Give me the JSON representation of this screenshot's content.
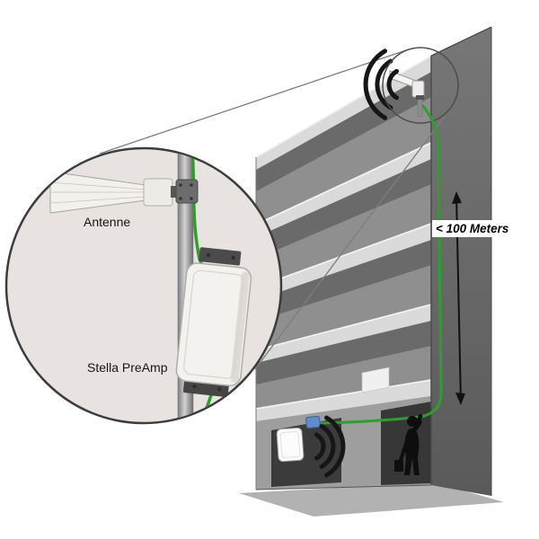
{
  "labels": {
    "antenna": "Antenne",
    "preamp": "Stella PreAmp",
    "distance": "< 100 Meters"
  },
  "colors": {
    "cable_green": "#2f9e2f",
    "callout_fill": "#e8e2e1",
    "signal_black": "#161616",
    "building_front": "#8f8f8f",
    "building_side": "#686868",
    "slab_light": "#dadada",
    "ground_gray": "#b2b2b2"
  },
  "icons": {
    "roof_signal": "wifi-waves-icon",
    "indoor_signal": "wifi-waves-icon",
    "zoom_callout": "magnifier-circle-icon",
    "person": "person-silhouette-icon"
  }
}
